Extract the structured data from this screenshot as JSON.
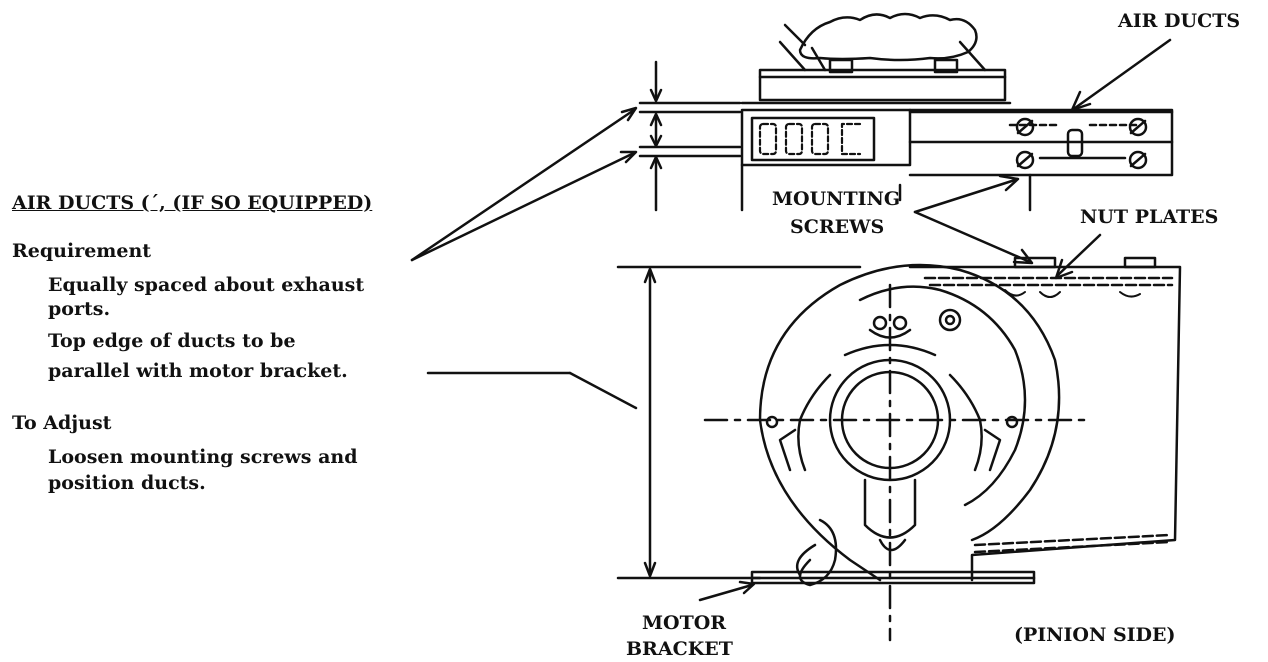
{
  "notes": {
    "heading": "AIR DUCTS (´, (IF SO EQUIPPED)",
    "requirement_title": "Requirement",
    "requirement_lines": [
      "Equally spaced about exhaust",
      "ports.",
      "Top edge of ducts to be",
      "parallel with motor bracket."
    ],
    "adjust_title": "To Adjust",
    "adjust_lines": [
      "Loosen mounting screws and",
      "position ducts."
    ]
  },
  "callouts": {
    "air_ducts": "AIR DUCTS",
    "mounting_screws_1": "MOUNTING",
    "mounting_screws_2": "SCREWS",
    "nut_plates": "NUT PLATES",
    "motor_bracket_1": "MOTOR",
    "motor_bracket_2": "BRACKET",
    "pinion_side": "(PINION SIDE)"
  },
  "colors": {
    "ink": "#111111",
    "paper": "#ffffff"
  }
}
